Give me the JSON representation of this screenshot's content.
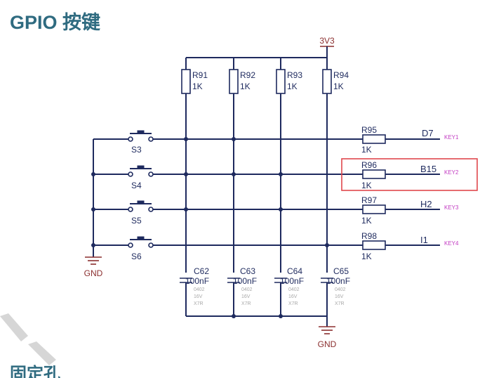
{
  "page": {
    "title": "GPIO 按键",
    "next_heading": "固定孔"
  },
  "schematic": {
    "power_label": "3V3",
    "ground_labels": [
      "GND",
      "GND"
    ],
    "pullups": [
      {
        "ref": "R91",
        "value": "1K"
      },
      {
        "ref": "R92",
        "value": "1K"
      },
      {
        "ref": "R93",
        "value": "1K"
      },
      {
        "ref": "R94",
        "value": "1K"
      }
    ],
    "switches": [
      "S3",
      "S4",
      "S5",
      "S6"
    ],
    "series_resistors": [
      {
        "ref": "R95",
        "value": "1K",
        "net": "D7",
        "tag": "KEY1"
      },
      {
        "ref": "R96",
        "value": "1K",
        "net": "B15",
        "tag": "KEY2"
      },
      {
        "ref": "R97",
        "value": "1K",
        "net": "H2",
        "tag": "KEY3"
      },
      {
        "ref": "R98",
        "value": "1K",
        "net": "I1",
        "tag": "KEY4"
      }
    ],
    "capacitors": [
      {
        "ref": "C62",
        "value": "100nF",
        "package": "0402",
        "voltage": "16V",
        "dielectric": "X7R"
      },
      {
        "ref": "C63",
        "value": "100nF",
        "package": "0402",
        "voltage": "16V",
        "dielectric": "X7R"
      },
      {
        "ref": "C64",
        "value": "100nF",
        "package": "0402",
        "voltage": "16V",
        "dielectric": "X7R"
      },
      {
        "ref": "C65",
        "value": "100nF",
        "package": "0402",
        "voltage": "16V",
        "dielectric": "X7R"
      }
    ],
    "colors": {
      "wire": "#1e2a5e",
      "power": "#8b2f2f",
      "tag": "#c23cc2",
      "highlight": "#e0474c"
    }
  }
}
